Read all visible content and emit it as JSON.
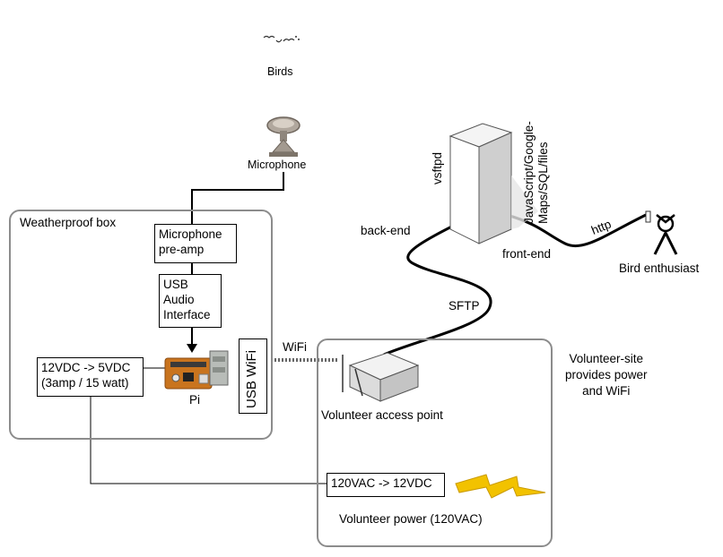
{
  "labels": {
    "birds": "Birds",
    "microphone": "Microphone",
    "weatherproof_box": "Weatherproof box",
    "pi": "Pi",
    "wifi": "WiFi",
    "volunteer_access_point": "Volunteer access point",
    "volunteer_site_note": "Volunteer-site\nprovides power\nand WiFi",
    "volunteer_power": "Volunteer power (120VAC)",
    "back_end": "back-end",
    "front_end": "front-end",
    "sftp": "SFTP",
    "http": "http",
    "vsftpd": "vsftpd",
    "server_stack": "JavaScript/Google-\nMaps/SQL/files",
    "bird_enthusiast": "Bird enthusiast"
  },
  "boxes": {
    "preamp": "Microphone\npre-amp",
    "usb_audio": "USB\nAudio\nInterface",
    "usb_wifi": "USB WiFi",
    "converter_5v": "12VDC -> 5VDC\n(3amp / 15 watt)",
    "converter_12v": "120VAC -> 12VDC"
  },
  "icons": {
    "birds": "birds-icon",
    "microphone": "satellite-microphone-icon",
    "pi": "circuit-board-icon",
    "access_point": "access-point-icon",
    "server": "server-tower-icon",
    "person": "person-icon",
    "lightning": "lightning-bolt-icon"
  },
  "colors": {
    "region_border": "#8c8c8c",
    "lightning_fill": "#f2c200",
    "board": "#c9741e"
  }
}
